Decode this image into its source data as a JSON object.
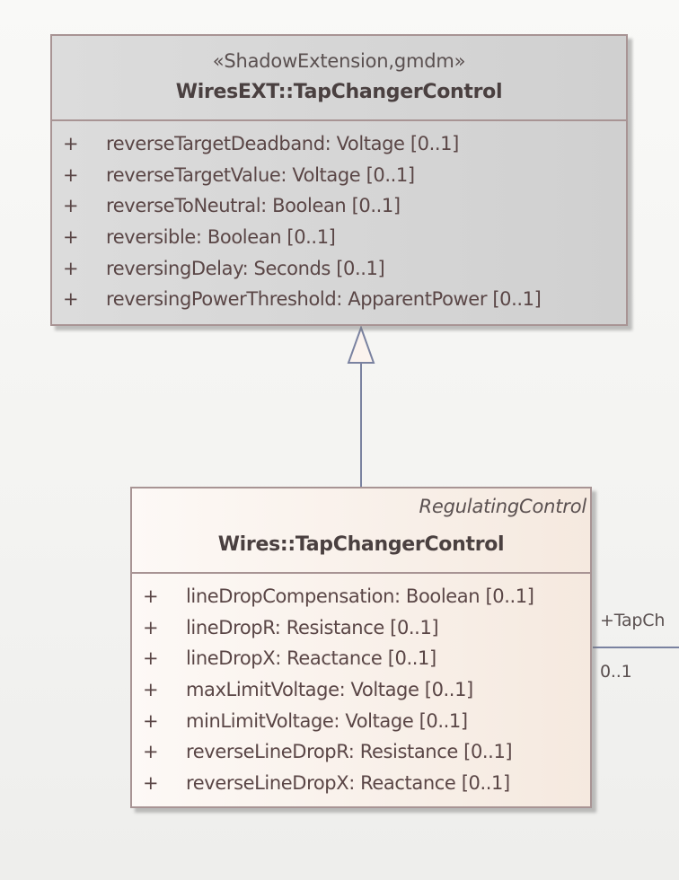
{
  "diagram": {
    "type": "UML class diagram",
    "parent_class": {
      "stereotype": "«ShadowExtension,gmdm»",
      "name": "WiresEXT::TapChangerControl",
      "attributes": [
        {
          "visibility": "+",
          "text": "reverseTargetDeadband: Voltage [0..1]"
        },
        {
          "visibility": "+",
          "text": "reverseTargetValue: Voltage [0..1]"
        },
        {
          "visibility": "+",
          "text": "reverseToNeutral: Boolean [0..1]"
        },
        {
          "visibility": "+",
          "text": "reversible: Boolean [0..1]"
        },
        {
          "visibility": "+",
          "text": "reversingDelay: Seconds [0..1]"
        },
        {
          "visibility": "+",
          "text": "reversingPowerThreshold: ApparentPower [0..1]"
        }
      ]
    },
    "child_class": {
      "parent_ref": "RegulatingControl",
      "name": "Wires::TapChangerControl",
      "attributes": [
        {
          "visibility": "+",
          "text": "lineDropCompensation: Boolean [0..1]"
        },
        {
          "visibility": "+",
          "text": "lineDropR: Resistance [0..1]"
        },
        {
          "visibility": "+",
          "text": "lineDropX: Reactance [0..1]"
        },
        {
          "visibility": "+",
          "text": "maxLimitVoltage: Voltage [0..1]"
        },
        {
          "visibility": "+",
          "text": "minLimitVoltage: Voltage [0..1]"
        },
        {
          "visibility": "+",
          "text": "reverseLineDropR: Resistance [0..1]"
        },
        {
          "visibility": "+",
          "text": "reverseLineDropX: Reactance [0..1]"
        }
      ]
    },
    "relations": {
      "generalization": {
        "from": "Wires::TapChangerControl",
        "to": "WiresEXT::TapChangerControl"
      },
      "association": {
        "role_label": "+TapCh",
        "multiplicity": "0..1"
      }
    },
    "colors": {
      "border": "#a89494",
      "connector": "#7a82a0",
      "parent_fill": "#d4d4d4",
      "child_fill": "#f8efe8"
    }
  }
}
